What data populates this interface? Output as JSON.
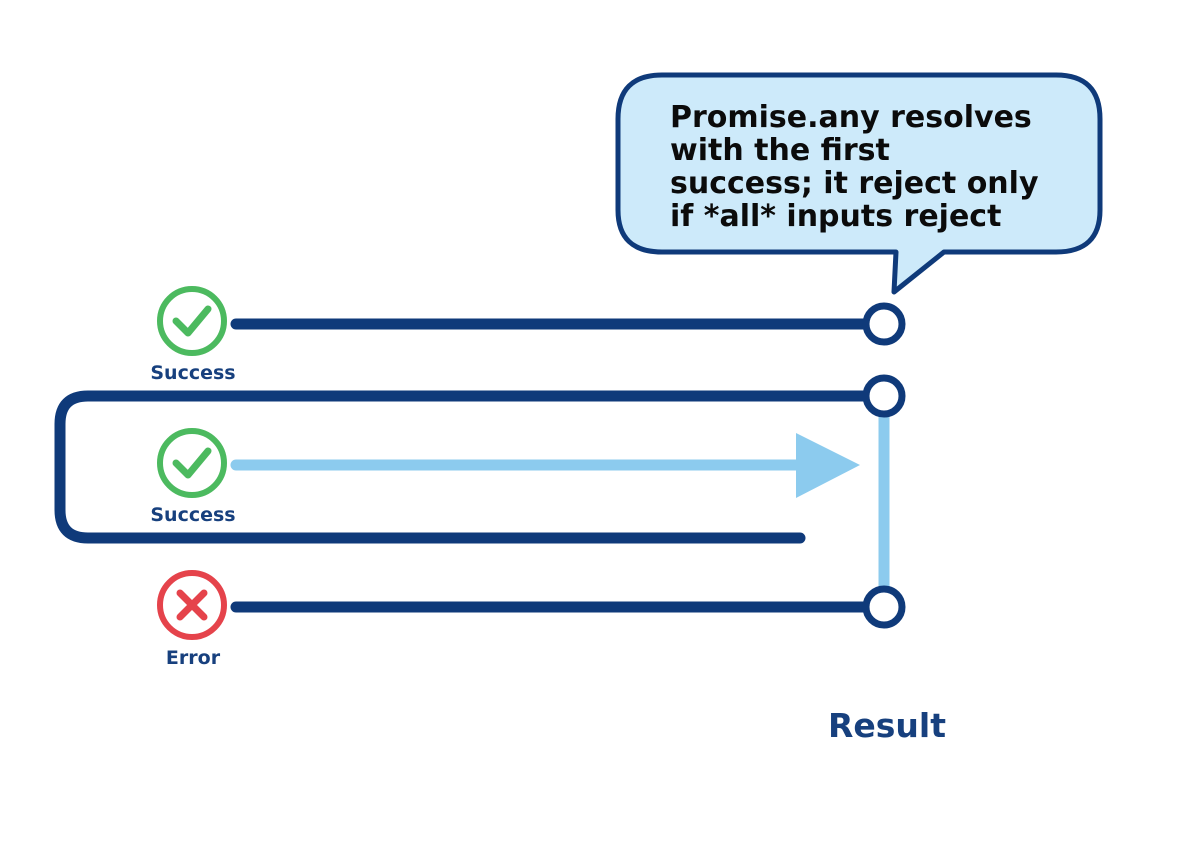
{
  "callout": {
    "lines": [
      "Promise.any resolves",
      "with the first",
      "success; it reject only",
      "if *all* inputs reject"
    ]
  },
  "inputs": [
    {
      "label": "Success",
      "status": "success",
      "icon": "check-icon"
    },
    {
      "label": "Success",
      "status": "success",
      "icon": "check-icon"
    },
    {
      "label": "Error",
      "status": "error",
      "icon": "cross-icon"
    }
  ],
  "result": {
    "label": "Result"
  },
  "colors": {
    "navy": "#0f3a7a",
    "light_blue": "#8ccbee",
    "callout_fill": "#cdeafa",
    "success_green": "#4cba5f",
    "error_red": "#e5434b",
    "label_blue": "#17407e"
  }
}
